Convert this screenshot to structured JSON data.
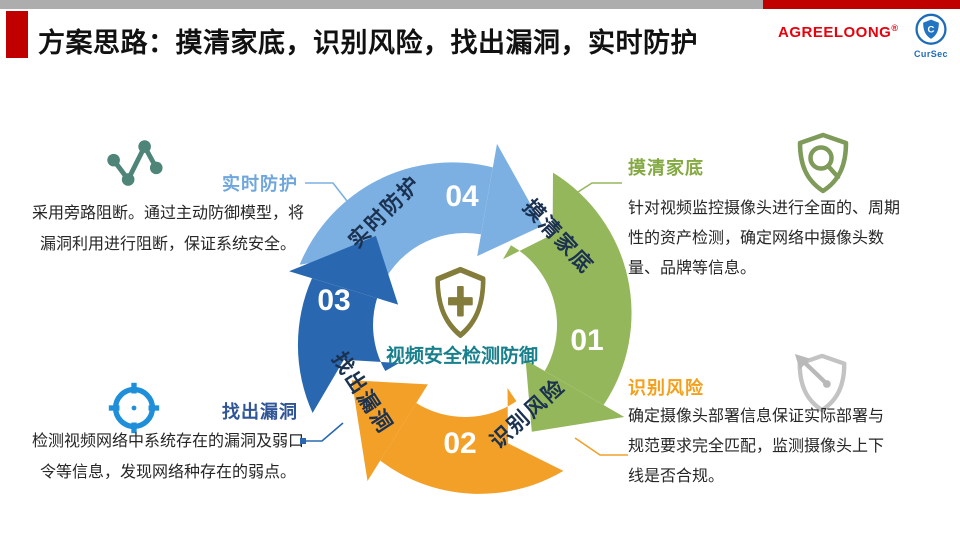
{
  "header": {
    "title": "方案思路：摸清家底，识别风险，找出漏洞，实时防护",
    "brand": "AGREELOONG",
    "brand_mark": "®",
    "logo_text": "CurSec"
  },
  "center": {
    "label": "视频安全检测防御"
  },
  "steps": [
    {
      "num": "01",
      "title": "摸清家底",
      "icon": "shield-search-icon",
      "body": "针对视频监控摄像头进行全面的、周期\n性的资产检测，确定网络中摄像头数\n量、品牌等信息。"
    },
    {
      "num": "02",
      "title": "识别风险",
      "icon": "shield-dart-icon",
      "body": "确定摄像头部署信息保证实际部署与\n规范要求完全匹配，监测摄像头上下\n线是否合规。"
    },
    {
      "num": "03",
      "title": "找出漏洞",
      "icon": "crosshair-icon",
      "body": "检测视频网络中系统存在的漏洞及弱口\n令等信息，发现网络种存在的弱点。"
    },
    {
      "num": "04",
      "title": "实时防护",
      "icon": "route-icon",
      "body": "采用旁路阻断。通过主动防御模型，将\n漏洞利用进行阻断，保证系统安全。"
    }
  ],
  "colors": {
    "accent_red": "#C00000",
    "brand_red": "#E8000D",
    "arc_blue_light": "#7CB0E2",
    "arc_green": "#95B75B",
    "arc_orange": "#F2A028",
    "arc_blue_dark": "#2968B0",
    "center_teal": "#17808C",
    "shield_olive": "#847C3B",
    "label_green": "#84A943",
    "label_orange": "#F5A01B",
    "label_lightblue": "#6FA7DC",
    "label_darkblue": "#2F5597",
    "icon_teal": "#4E8578",
    "icon_gray": "#C3C3C3",
    "icon_blue": "#1E8FD8",
    "logo_blue": "#1E6BB8"
  }
}
